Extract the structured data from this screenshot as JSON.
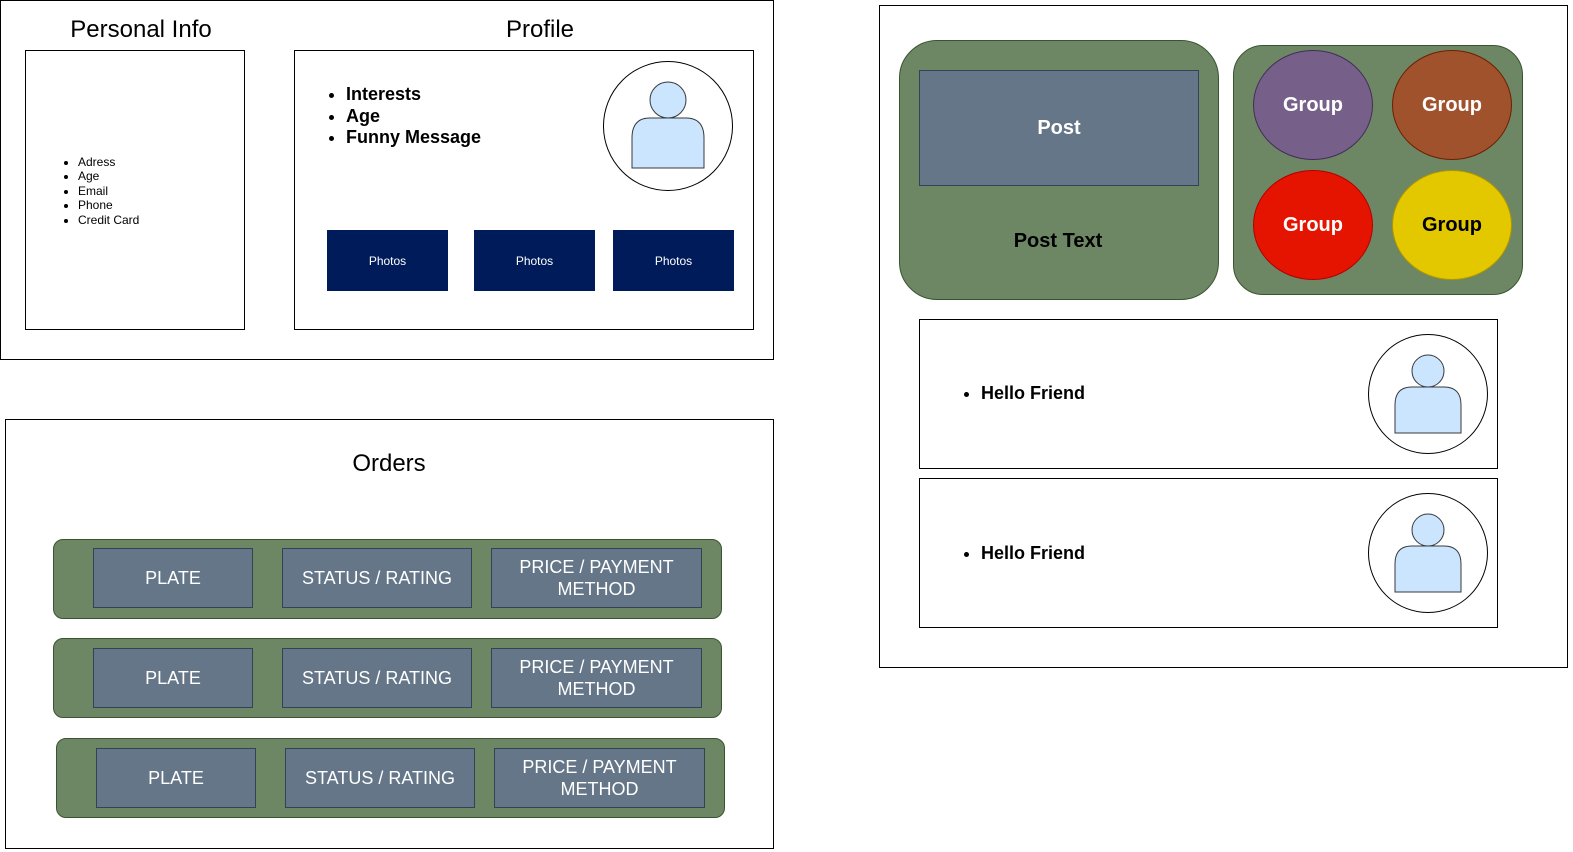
{
  "personal_info": {
    "title": "Personal Info",
    "items": [
      "Adress",
      "Age",
      "Email",
      "Phone",
      "Credit Card"
    ]
  },
  "profile": {
    "title": "Profile",
    "items": [
      "Interests",
      "Age",
      "Funny Message"
    ],
    "photos": [
      "Photos",
      "Photos",
      "Photos"
    ]
  },
  "orders": {
    "title": "Orders",
    "rows": [
      {
        "plate": "PLATE",
        "status": "STATUS / RATING",
        "price_line1": "PRICE / PAYMENT",
        "price_line2": "METHOD"
      },
      {
        "plate": "PLATE",
        "status": "STATUS / RATING",
        "price_line1": "PRICE / PAYMENT",
        "price_line2": "METHOD"
      },
      {
        "plate": "PLATE",
        "status": "STATUS / RATING",
        "price_line1": "PRICE / PAYMENT",
        "price_line2": "METHOD"
      }
    ]
  },
  "feed": {
    "post_label": "Post",
    "post_text": "Post Text",
    "groups": [
      {
        "label": "Group",
        "color": "#76608a"
      },
      {
        "label": "Group",
        "color": "#a0522d"
      },
      {
        "label": "Group",
        "color": "#e51400"
      },
      {
        "label": "Group",
        "color": "#e3c800"
      }
    ],
    "messages": [
      {
        "text": "Hello Friend"
      },
      {
        "text": "Hello Friend"
      }
    ]
  },
  "colors": {
    "green_fill": "#6d8764",
    "slate_fill": "#647687",
    "photo_fill": "#001b5a",
    "avatar_fill": "#cce5ff",
    "avatar_stroke": "#36393d"
  }
}
